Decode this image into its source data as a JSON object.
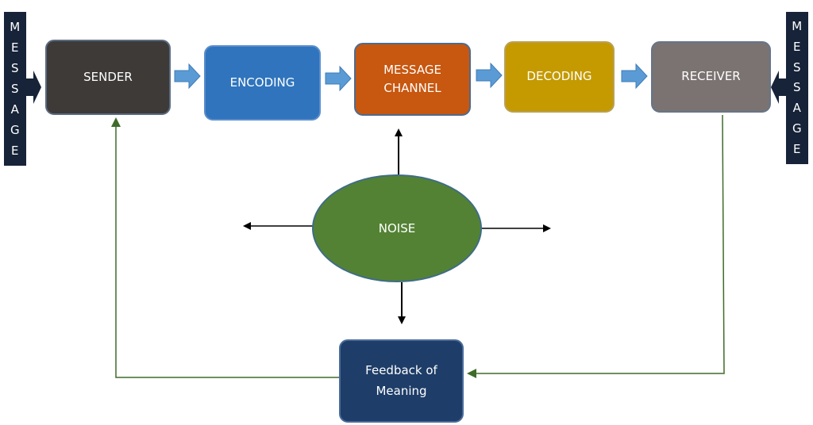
{
  "left_bar": {
    "letters": [
      "M",
      "E",
      "S",
      "S",
      "A",
      "G",
      "E"
    ]
  },
  "right_bar": {
    "letters": [
      "M",
      "E",
      "S",
      "S",
      "A",
      "G",
      "E"
    ]
  },
  "nodes": {
    "sender": "SENDER",
    "encoding": "ENCODING",
    "channel": "MESSAGE\nCHANNEL",
    "decoding": "DECODING",
    "receiver": "RECEIVER",
    "noise": "NOISE",
    "feedback": "Feedback of\nMeaning"
  },
  "colors": {
    "message_bar": "#162338",
    "sender": "#3d3a38",
    "encoding": "#2f74bd",
    "channel": "#c8570f",
    "decoding": "#c49a00",
    "receiver": "#7a7371",
    "noise": "#538234",
    "feedback": "#1e3d68",
    "flow_arrow": "#5b9bd5",
    "feedback_line": "#3f6b2a",
    "noise_arrow": "#000000"
  }
}
